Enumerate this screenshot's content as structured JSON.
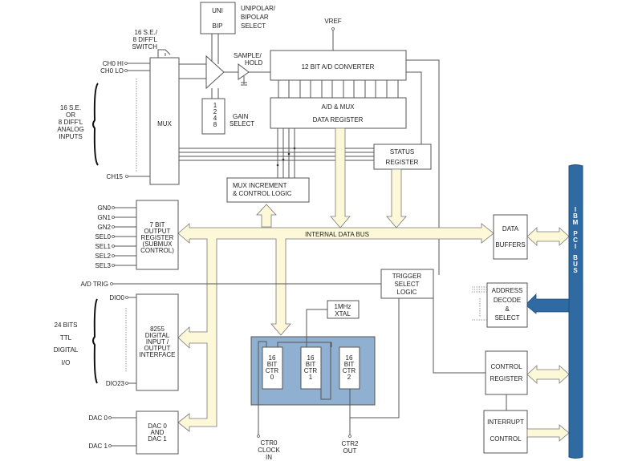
{
  "colors": {
    "pci_bus": "#2f6aa3",
    "bus_fill": "#fdf8d8",
    "counter_bg": "#8fb0d0"
  },
  "blocks": {
    "uni": "UNI",
    "bip": "BIP",
    "unibip_label": [
      "UNIPOLAR/",
      "BIPOLAR",
      "SELECT"
    ],
    "switch_label": [
      "16  S.E./",
      "8  DIFF'L",
      "SWITCH"
    ],
    "mux": "MUX",
    "gain": [
      "1",
      "2",
      "4",
      "8"
    ],
    "gain_label": [
      "GAIN",
      "SELECT"
    ],
    "sample_hold": [
      "SAMPLE/",
      "HOLD"
    ],
    "vref": "VREF",
    "adc": "12  BIT  A/D  CONVERTER",
    "data_register": [
      "A/D  &  MUX",
      "DATA  REGISTER"
    ],
    "status_register": [
      "STATUS",
      "REGISTER"
    ],
    "mux_increment": [
      "MUX  INCREMENT",
      "& CONTROL LOGIC"
    ],
    "internal_bus": "INTERNAL DATA BUS",
    "output_register": [
      "7  BIT",
      "OUTPUT",
      "REGISTER",
      "(SUBMUX",
      "CONTROL)"
    ],
    "dio": [
      "8255",
      "DIGITAL",
      "INPUT  /",
      "OUTPUT",
      "INTERFACE"
    ],
    "dac": [
      "DAC  0",
      "AND",
      "DAC  1"
    ],
    "trigger": [
      "TRIGGER",
      "SELECT",
      "LOGIC"
    ],
    "xtal": [
      "1MHz",
      "XTAL"
    ],
    "counters": [
      [
        "16",
        "BIT",
        "CTR",
        "0"
      ],
      [
        "16",
        "BIT",
        "CTR",
        "1"
      ],
      [
        "16",
        "BIT",
        "CTR",
        "2"
      ]
    ],
    "data_buffers": [
      "DATA",
      "BUFFERS"
    ],
    "address_decode": [
      "ADDRESS",
      "DECODE",
      "&",
      "SELECT"
    ],
    "control_register": [
      "CONTROL",
      "REGISTER"
    ],
    "interrupt": [
      "INTERRUPT",
      "CONTROL"
    ],
    "pci_bus": [
      "I",
      "B",
      "M",
      "",
      "P",
      "C",
      "I",
      "",
      "B",
      "U",
      "S"
    ]
  },
  "signals": {
    "ch0_hi": "CH0  HI",
    "ch0_lo": "CH0  LO",
    "ch15": "CH15",
    "analog_inputs": [
      "16  S.E.",
      "OR",
      "8  DIFF'L",
      "ANALOG",
      "INPUTS"
    ],
    "outputs": [
      "GN0",
      "GN1",
      "GN2",
      "SEL0",
      "SEL1",
      "SEL2",
      "SEL3"
    ],
    "ad_trig": "A/D  TRIG",
    "dio0": "DIO0",
    "dio23": "DIO23",
    "digital_io": [
      "24  BITS",
      "TTL",
      "DIGITAL",
      "I/O"
    ],
    "dac0": "DAC  0",
    "dac1": "DAC  1",
    "ctr0_clock": [
      "CTR0",
      "CLOCK",
      "IN"
    ],
    "ctr2_out": [
      "CTR2",
      "OUT"
    ]
  }
}
